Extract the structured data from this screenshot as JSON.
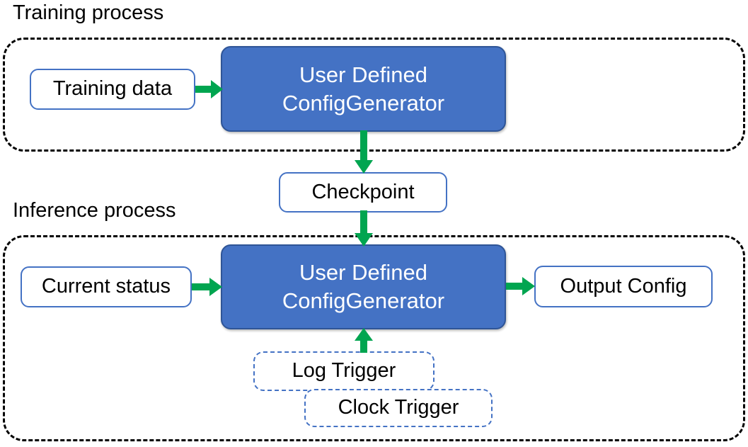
{
  "diagram": {
    "title_training": "Training process",
    "title_inference": "Inference process",
    "colors": {
      "process_fill": "#4472C4",
      "process_border": "#2F5597",
      "arrow_green": "#00A550",
      "box_outline": "#4472C4",
      "container_dash": "#000000",
      "text_dark": "#000000",
      "text_light": "#FFFFFF"
    },
    "training": {
      "input_label": "Training data",
      "process_line1": "User Defined",
      "process_line2": "ConfigGenerator"
    },
    "checkpoint_label": "Checkpoint",
    "inference": {
      "input_label": "Current status",
      "process_line1": "User Defined",
      "process_line2": "ConfigGenerator",
      "output_label": "Output Config",
      "trigger_log": "Log Trigger",
      "trigger_clock": "Clock Trigger"
    },
    "arrows": {
      "training_data_to_process": "arrow-right",
      "process_to_checkpoint": "arrow-down",
      "checkpoint_to_process": "arrow-down",
      "status_to_process": "arrow-right",
      "process_to_output": "arrow-right",
      "trigger_to_process": "arrow-up"
    }
  }
}
